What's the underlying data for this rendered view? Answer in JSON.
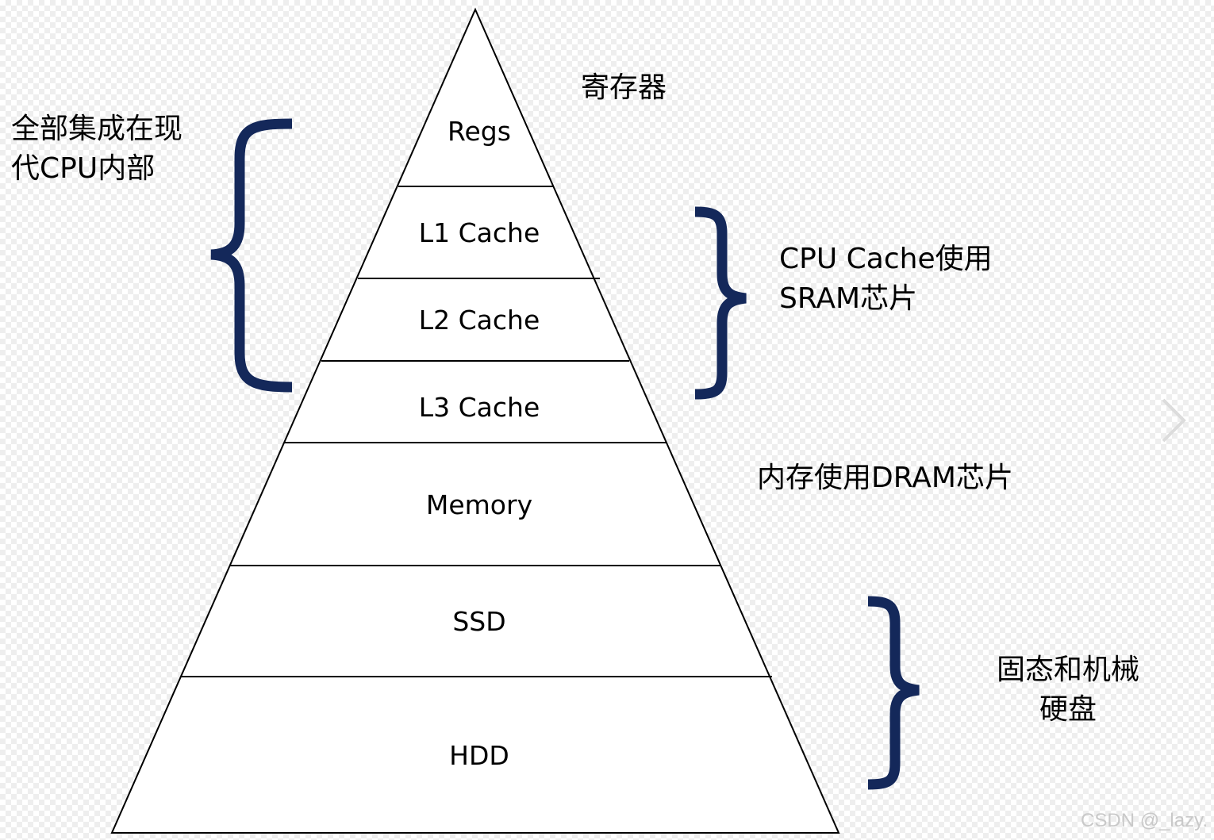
{
  "pyramid": {
    "levels": [
      {
        "label": "Regs"
      },
      {
        "label": "L1 Cache"
      },
      {
        "label": "L2 Cache"
      },
      {
        "label": "L3 Cache"
      },
      {
        "label": "Memory"
      },
      {
        "label": "SSD"
      },
      {
        "label": "HDD"
      }
    ]
  },
  "annotations": {
    "left_note": [
      "全部集成在现",
      "代CPU内部"
    ],
    "regs_note": "寄存器",
    "cpu_cache_note": [
      "CPU Cache使用",
      "SRAM芯片"
    ],
    "memory_note": "内存使用DRAM芯片",
    "disk_note": [
      "固态和机械",
      "硬盘"
    ]
  },
  "colors": {
    "brace": "#14285a",
    "outline": "#000000"
  },
  "watermark": "CSDN @_lazy."
}
